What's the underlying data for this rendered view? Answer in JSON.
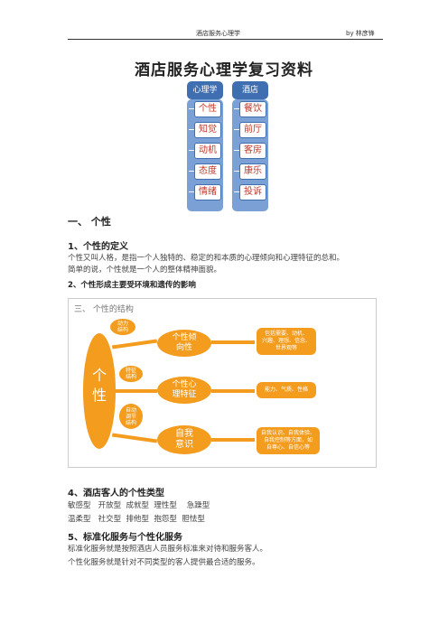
{
  "header": {
    "left": "酒店服务心理学",
    "right": "by 林彦锋"
  },
  "title": "酒店服务心理学复习资料",
  "concept_map": {
    "left": {
      "head": "心理学",
      "items": [
        "个性",
        "知觉",
        "动机",
        "态度",
        "情绪"
      ]
    },
    "right": {
      "head": "酒店",
      "items": [
        "餐饮",
        "前厅",
        "客房",
        "康乐",
        "投诉"
      ]
    }
  },
  "section1": {
    "heading": "一、   个性",
    "s1_heading": "1、个性的定义",
    "s1_line1": "个性又叫人格，是指一个人独特的、稳定的和本质的心理倾向和心理特征的总和。",
    "s1_line2": "简单的说，个性就是一个人的整体精神面貌。",
    "s2_heading": "2、个性形成主要受环境和遗传的影响"
  },
  "diagram": {
    "title": "三、 个性的结构",
    "center": "个\n性",
    "small1": "动力\n结构",
    "small2": "特征\n结构",
    "small3": "自动\n调节\n结构",
    "mid1": "个性倾\n向性",
    "mid2": "个性心\n理特征",
    "mid3": "自我\n意识",
    "right1": "包括需要、动机、\n兴趣、理想、信念、\n世界观等",
    "right2": "能力、气质、性格",
    "right3": "自我认识、自我体验、\n自我控制等方面，如\n自尊心、自信心等"
  },
  "section4": {
    "heading": "4、酒店客人的个性类型",
    "row1": "敏感型   开放型  成就型  理性型    急躁型",
    "row2": "温柔型   社交型  排他型  抱怨型  胆怯型"
  },
  "section5": {
    "heading": "5、标准化服务与个性化服务",
    "line1": "标准化服务就是按照酒店人员服务标准来对待和服务客人。",
    "line2": "个性化服务就是针对不同类型的客人提供最合适的服务。"
  }
}
